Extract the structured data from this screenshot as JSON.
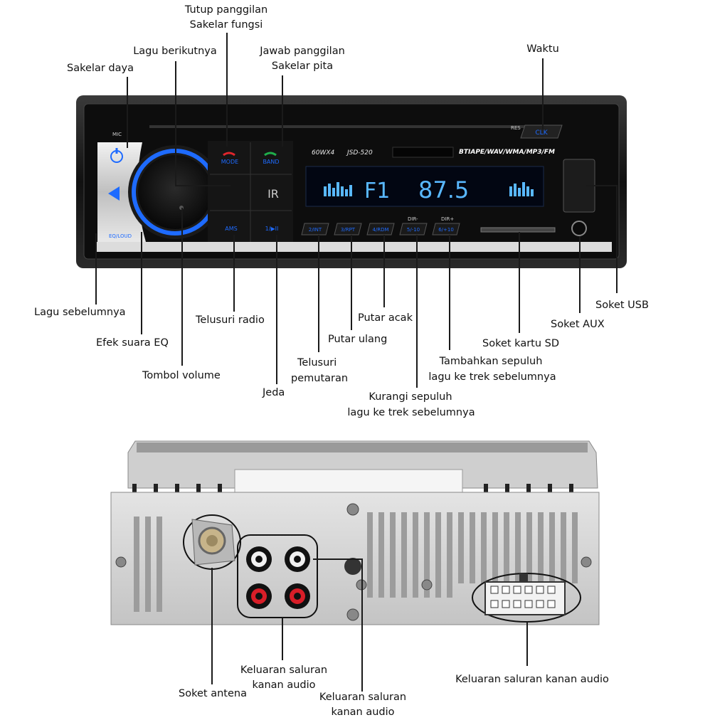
{
  "front_labels": {
    "tutup_panggilan": "Tutup panggilan",
    "sakelar_fungsi": "Sakelar fungsi",
    "lagu_berikutnya": "Lagu berikutnya",
    "jawab_panggilan": "Jawab panggilan",
    "sakelar_pita": "Sakelar pita",
    "waktu": "Waktu",
    "sakelar_daya": "Sakelar daya",
    "lagu_sebelumnya": "Lagu sebelumnya",
    "efek_suara_eq": "Efek suara EQ",
    "tombol_volume": "Tombol volume",
    "telusuri_radio": "Telusuri radio",
    "jeda": "Jeda",
    "telusuri": "Telusuri",
    "pemutaran": "pemutaran",
    "putar_ulang": "Putar ulang",
    "putar_acak": "Putar acak",
    "kurangi_1": "Kurangi sepuluh",
    "kurangi_2": "lagu ke trek sebelumnya",
    "tambahkan_1": "Tambahkan sepuluh",
    "tambahkan_2": "lagu ke trek sebelumnya",
    "soket_kartu_sd": "Soket kartu SD",
    "soket_aux": "Soket AUX",
    "soket_usb": "Soket USB"
  },
  "device": {
    "mic": "MIC",
    "res": "RES",
    "clk": "CLK",
    "mode": "MODE",
    "band": "BAND",
    "power_text": "60WX4",
    "model": "JSD-520",
    "formats": "BTIAPE/WAV/WMA/MP3/FM",
    "display_channel": "F1",
    "display_freq": "87.5",
    "ir": "IR",
    "ams": "AMS",
    "btn_1": "1/▶II",
    "btn_2": "2/INT",
    "btn_3": "3/RPT",
    "btn_4": "4/RDM",
    "btn_5": "5/-10",
    "btn_6": "6/+10",
    "dir_minus": "DIR-",
    "dir_plus": "DIR+",
    "eq_loud": "EQ/LOUD"
  },
  "back_labels": {
    "soket_antena": "Soket antena",
    "keluaran_1a": "Keluaran saluran",
    "keluaran_1b": "kanan audio",
    "keluaran_2a": "Keluaran saluran",
    "keluaran_2b": "kanan audio",
    "keluaran_3": "Keluaran saluran kanan audio"
  },
  "colors": {
    "accent_blue": "#1e6bff",
    "display_blue": "#59b8ff",
    "red_phone": "#e0262c",
    "green_phone": "#1fae4b"
  }
}
